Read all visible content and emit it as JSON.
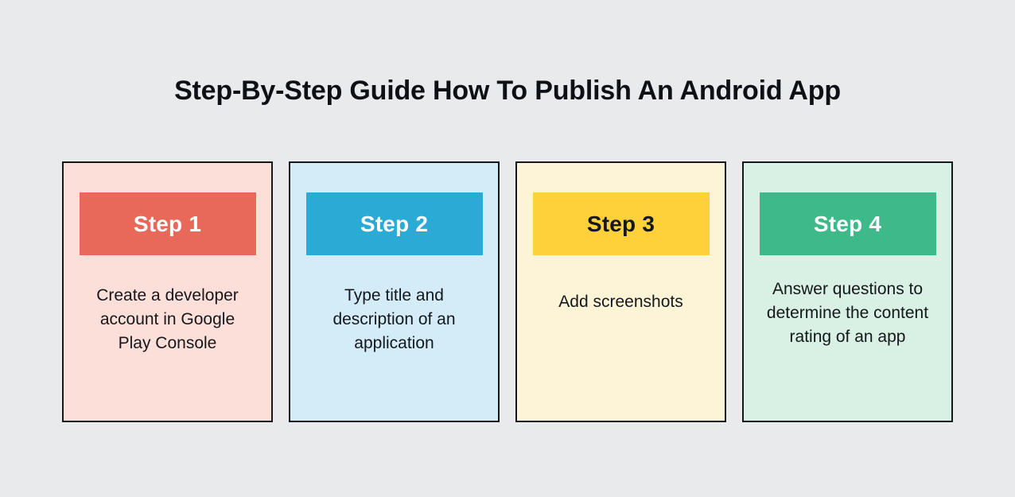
{
  "page": {
    "background_color": "#e8eaec",
    "title": "Step-By-Step Guide How To Publish An Android App",
    "title_color": "#0d1116"
  },
  "cards": [
    {
      "step_label": "Step 1",
      "description": "Create a developer account in Google Play Console",
      "card_background": "#fddfda",
      "header_background": "#e8695a",
      "header_text_color": "#ffffff",
      "border_color": "#14171c"
    },
    {
      "step_label": "Step 2",
      "description": "Type title and description of an application",
      "card_background": "#d3ecf8",
      "header_background": "#29abd6",
      "header_text_color": "#ffffff",
      "border_color": "#14171c"
    },
    {
      "step_label": "Step 3",
      "description": "Add screenshots",
      "card_background": "#fdf4d8",
      "header_background": "#fed13b",
      "header_text_color": "#14181d",
      "border_color": "#14171c"
    },
    {
      "step_label": "Step 4",
      "description": "Answer questions to determine the content rating of an app",
      "card_background": "#d9f0e4",
      "header_background": "#3db98a",
      "header_text_color": "#ffffff",
      "border_color": "#14171c"
    }
  ]
}
